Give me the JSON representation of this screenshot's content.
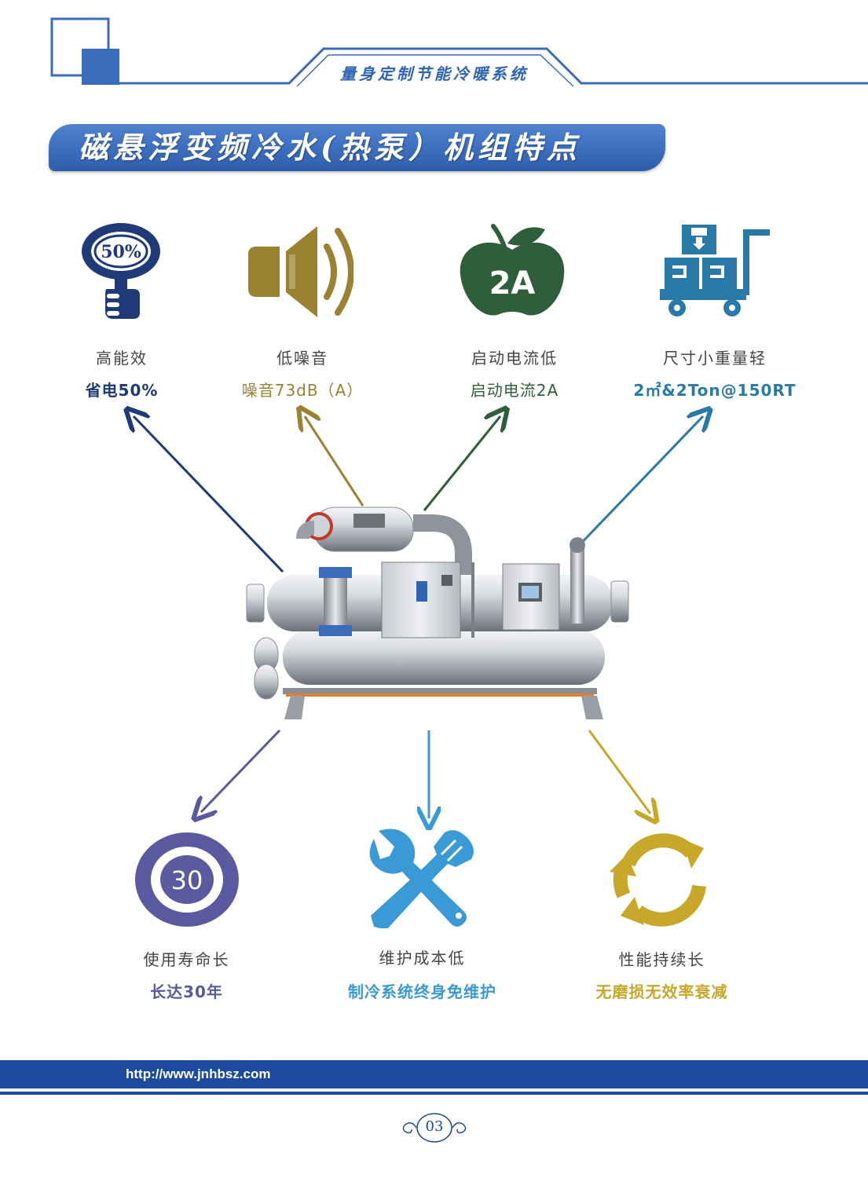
{
  "header": {
    "tagline": "量身定制节能冷暖系统"
  },
  "title": "磁悬浮变频冷水(热泵）机组特点",
  "colors": {
    "brand_blue": "#2e64b4",
    "navy": "#1f3a78",
    "gold": "#9a8232",
    "green": "#2e5e3a",
    "teal": "#2a7aa8",
    "purple": "#5a5aa0",
    "light_blue": "#3a9ad6",
    "mustard": "#c7a82a"
  },
  "features_top": [
    {
      "icon": "hand-50-percent-icon",
      "badge": "50%",
      "label": "高能效",
      "value": "省电50%",
      "color": "#1f3a78"
    },
    {
      "icon": "speaker-icon",
      "label": "低噪音",
      "value": "噪音73dB（A）",
      "color": "#9a8232"
    },
    {
      "icon": "apple-2a-icon",
      "badge": "2A",
      "label": "启动电流低",
      "value": "启动电流2A",
      "color": "#2e5e3a"
    },
    {
      "icon": "cart-boxes-icon",
      "label": "尺寸小重量轻",
      "value": "2㎡&2Ton@150RT",
      "color": "#2a7aa8"
    }
  ],
  "features_bottom": [
    {
      "icon": "target-30-icon",
      "badge": "30",
      "label": "使用寿命长",
      "value": "长达30年",
      "color": "#5a5aa0"
    },
    {
      "icon": "wrench-screwdriver-icon",
      "label": "维护成本低",
      "value": "制冷系统终身免维护",
      "color": "#3a9ad6"
    },
    {
      "icon": "recycle-arrows-icon",
      "label": "性能持续长",
      "value": "无磨损无效率衰减",
      "color": "#c7a82a"
    }
  ],
  "footer": {
    "url": "http://www.jnhbsz.com",
    "page_number": "03"
  }
}
